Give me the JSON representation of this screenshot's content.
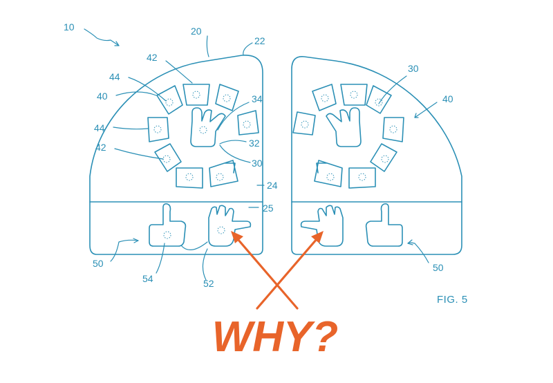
{
  "ref_labels": {
    "n10": "10",
    "n20": "20",
    "n22": "22",
    "n42_top": "42",
    "n44_top": "44",
    "n40_left": "40",
    "n44_mid": "44",
    "n42_mid": "42",
    "n34": "34",
    "n32": "32",
    "n30_left": "30",
    "n24": "24",
    "n25": "25",
    "n30_right": "30",
    "n40_right": "40",
    "n50_left": "50",
    "n54": "54",
    "n52": "52",
    "n50_right": "50"
  },
  "figure_label": "FIG. 5",
  "overlay_text": "WHY?",
  "colors": {
    "line": "#2a8fb5",
    "overlay": "#e8642a",
    "background": "#ffffff"
  }
}
